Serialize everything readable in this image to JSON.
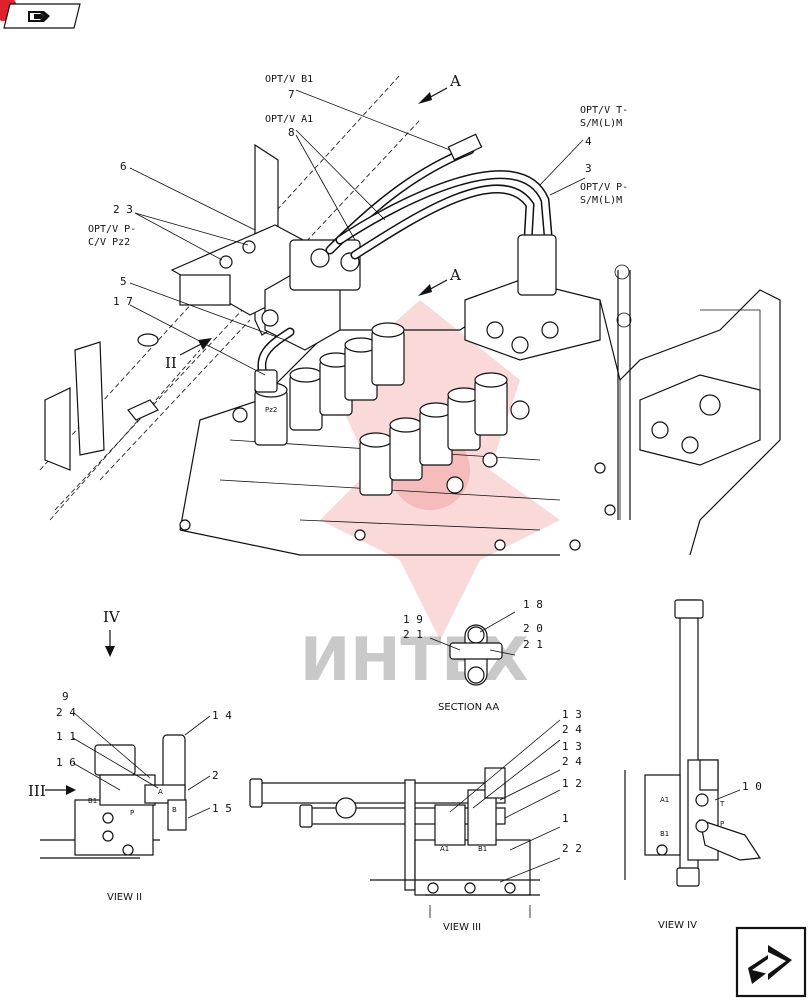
{
  "header": {
    "nav_icon": "book-arrow-icon",
    "badge_color": "#e0202a"
  },
  "watermark": {
    "text": "ИНТЕХ",
    "color": "#e85050"
  },
  "callouts": {
    "opt_v_b1": "OPT/V B1",
    "n7": "7",
    "opt_v_a1": "OPT/V A1",
    "n8": "8",
    "opt_v_t_line1": "OPT/V T-",
    "opt_v_t_line2": "S/M(L)M",
    "n4": "4",
    "n3": "3",
    "opt_v_p_line1": "OPT/V P-",
    "opt_v_p_line2": "S/M(L)M",
    "n6": "6",
    "n23": "2 3",
    "opt_v_pcv_line1": "OPT/V P-",
    "opt_v_pcv_line2": "C/V Pz2",
    "n5": "5",
    "n17": "1 7",
    "pz2": "Pz2",
    "section_arrow_a_upper": "A",
    "section_arrow_a_lower": "A",
    "view_ii_arrow": "II",
    "view_iv_arrow": "IV",
    "view_iii_arrow": "III"
  },
  "section_aa": {
    "caption": "SECTION AA",
    "n18": "1 8",
    "n19": "1 9",
    "n21_left": "2 1",
    "n20": "2 0",
    "n21_right": "2 1"
  },
  "view_ii": {
    "caption": "VIEW II",
    "n9": "9",
    "n24": "2 4",
    "n11": "1 1",
    "n16": "1 6",
    "n14": "1 4",
    "n2": "2",
    "n15": "1 5",
    "port_b1": "B1",
    "port_p": "P",
    "port_a": "A",
    "port_b": "B"
  },
  "view_iii": {
    "caption": "VIEW III",
    "n13_a": "1 3",
    "n24_a": "2 4",
    "n13_b": "1 3",
    "n24_b": "2 4",
    "n12": "1 2",
    "n1": "1",
    "n22": "2 2",
    "port_a1": "A1",
    "port_b1": "B1"
  },
  "view_iv": {
    "caption": "VIEW IV",
    "n10": "1 0",
    "port_a1": "A1",
    "port_b1": "B1",
    "port_t": "T",
    "port_p": "P"
  },
  "footer": {
    "next_icon": "next-page-arrow-icon"
  }
}
